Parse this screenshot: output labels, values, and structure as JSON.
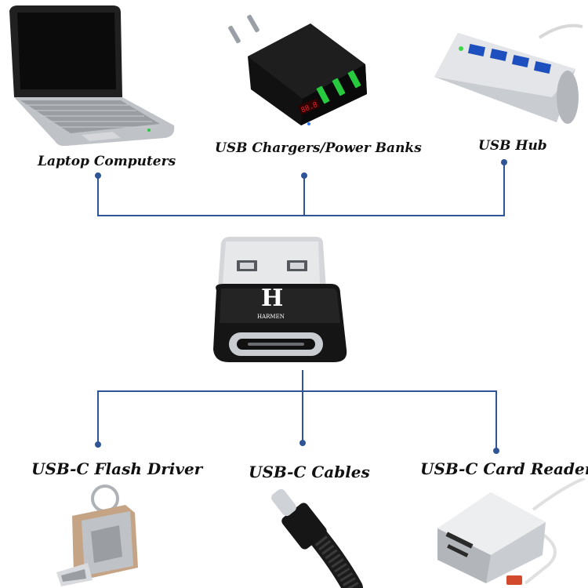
{
  "top_labels": {
    "laptop": "Laptop Computers",
    "charger": "USB Chargers/Power Banks",
    "hub": "USB Hub"
  },
  "bottom_labels": {
    "flash": "USB-C Flash Driver",
    "cables": "USB-C Cables",
    "reader": "USB-C Card Reader"
  },
  "adapter": {
    "brand": "HARMEN",
    "monogram": "H"
  },
  "charger_display": "88.8",
  "colors": {
    "connector_line": "#2f5597",
    "adapter_body": "#1a1a1a",
    "silver": "#c9ccd1",
    "charger_body": "#111111",
    "led_green": "#27c93f",
    "led_red": "#e0252b",
    "hub_led": "#3fd64a"
  },
  "icons": [
    "laptop-icon",
    "charger-icon",
    "usb-hub-icon",
    "usb-adapter-icon",
    "flash-drive-icon",
    "usb-c-cable-icon",
    "card-reader-icon"
  ]
}
